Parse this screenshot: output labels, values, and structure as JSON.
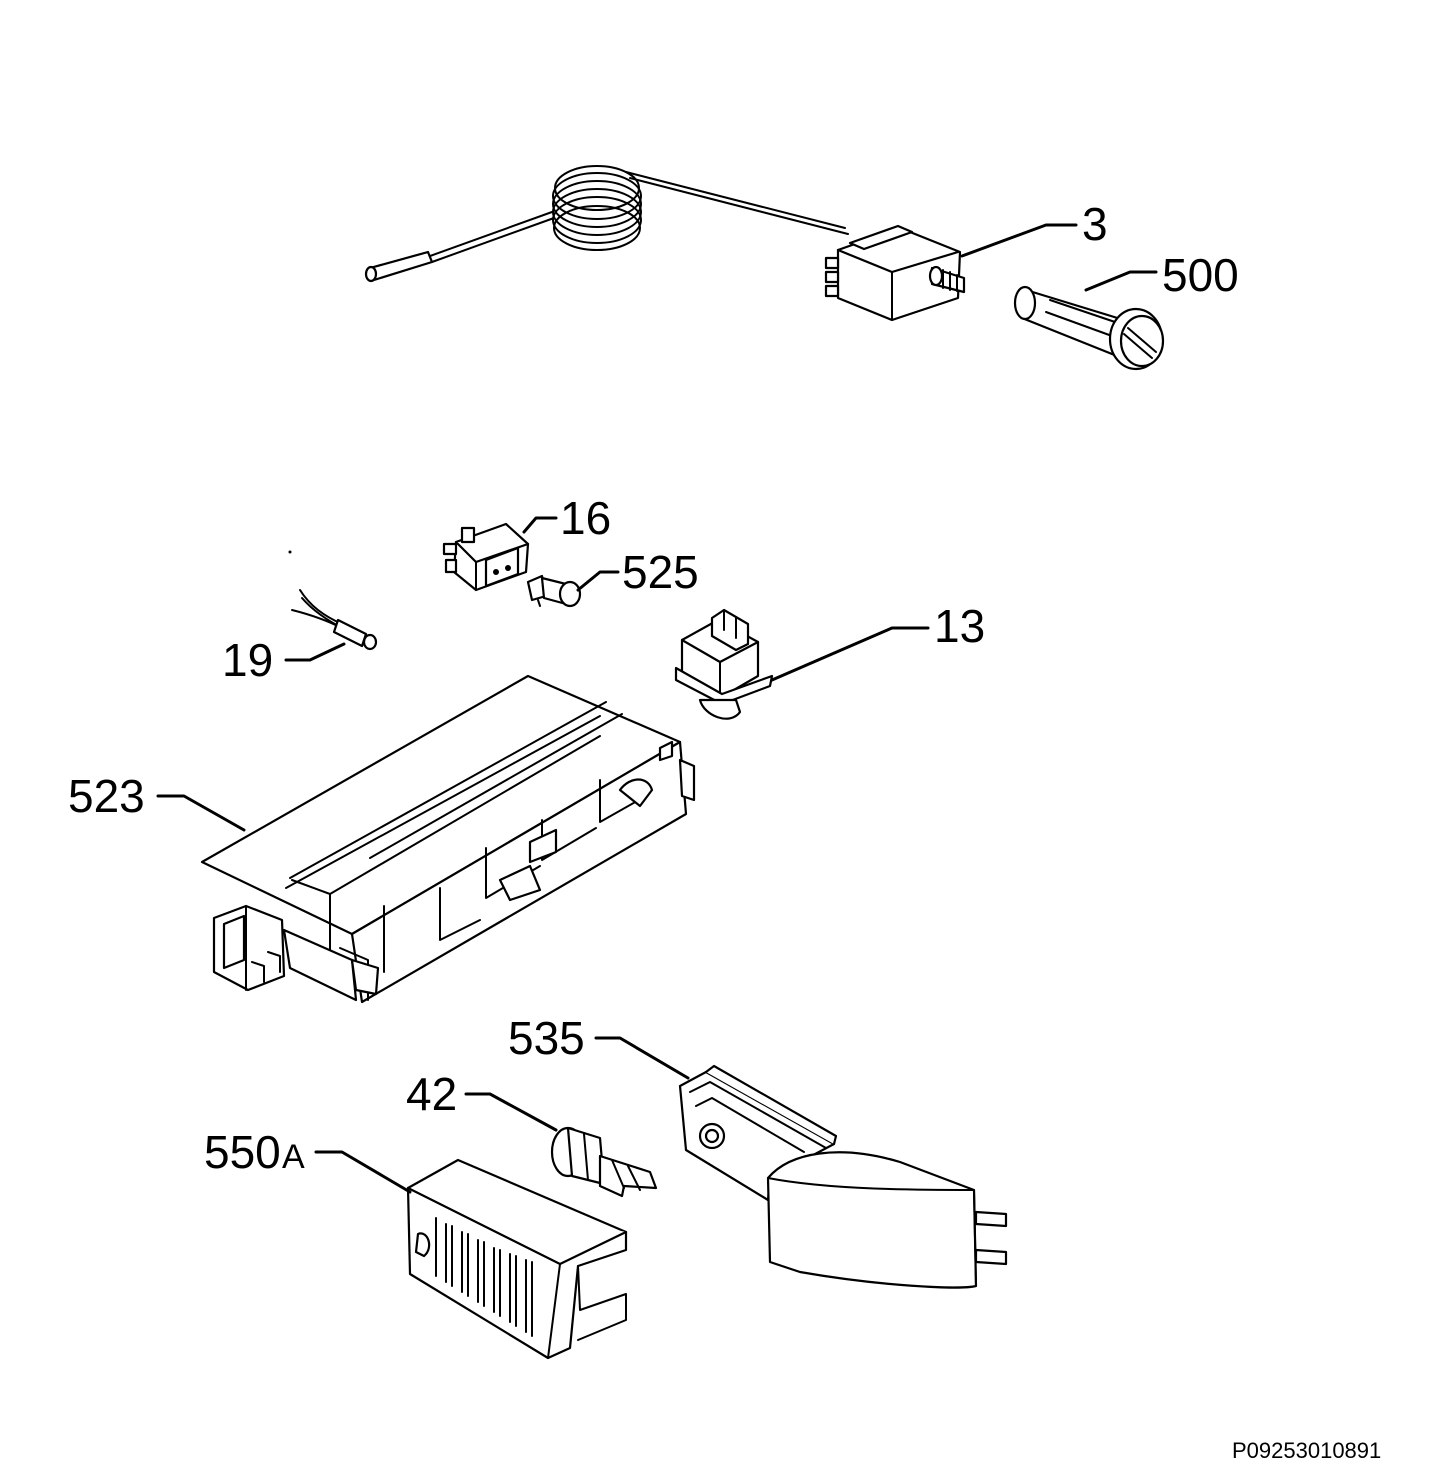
{
  "labels": {
    "p3": "3",
    "p500": "500",
    "p16": "16",
    "p525": "525",
    "p13": "13",
    "p19": "19",
    "p523": "523",
    "p535": "535",
    "p42": "42",
    "p550": "550",
    "p550_suffix": "A"
  },
  "drawing_code": "P09253010891"
}
